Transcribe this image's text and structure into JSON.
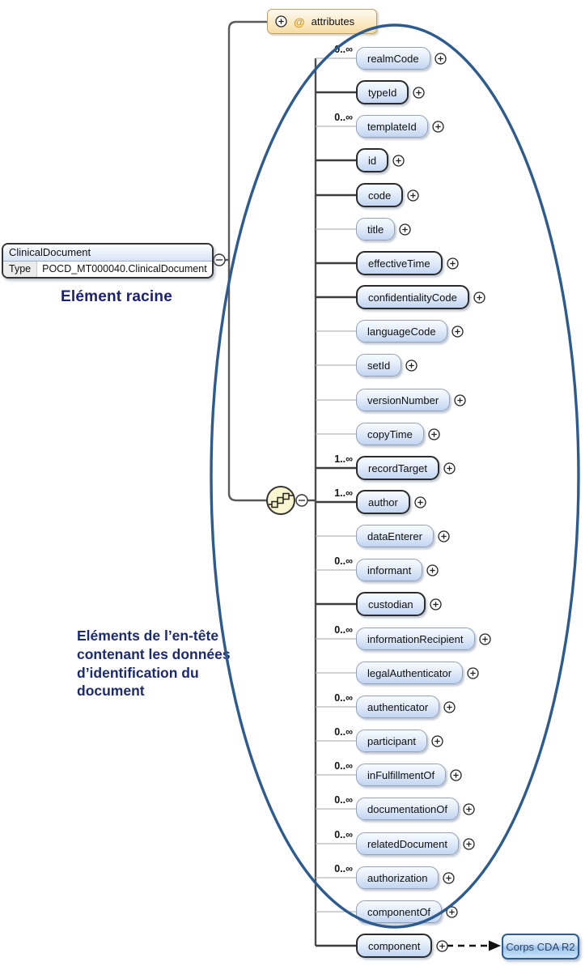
{
  "diagram": {
    "attributes_box": {
      "at_symbol": "@",
      "label": "attributes"
    },
    "root": {
      "name": "ClinicalDocument",
      "type_label": "Type",
      "type_value": "POCD_MT000040.ClinicalDocument"
    },
    "root_caption": "Elément racine",
    "header_caption": "Eléments de l’en-tête contenant les données d’identification du document",
    "body_link": {
      "label": "Corps CDA R2"
    },
    "elements": [
      {
        "name": "realmCode",
        "cardinality": "0..∞",
        "required": false
      },
      {
        "name": "typeId",
        "cardinality": "",
        "required": true
      },
      {
        "name": "templateId",
        "cardinality": "0..∞",
        "required": false
      },
      {
        "name": "id",
        "cardinality": "",
        "required": true
      },
      {
        "name": "code",
        "cardinality": "",
        "required": true
      },
      {
        "name": "title",
        "cardinality": "",
        "required": false
      },
      {
        "name": "effectiveTime",
        "cardinality": "",
        "required": true
      },
      {
        "name": "confidentialityCode",
        "cardinality": "",
        "required": true
      },
      {
        "name": "languageCode",
        "cardinality": "",
        "required": false
      },
      {
        "name": "setId",
        "cardinality": "",
        "required": false
      },
      {
        "name": "versionNumber",
        "cardinality": "",
        "required": false
      },
      {
        "name": "copyTime",
        "cardinality": "",
        "required": false
      },
      {
        "name": "recordTarget",
        "cardinality": "1..∞",
        "required": true
      },
      {
        "name": "author",
        "cardinality": "1..∞",
        "required": true
      },
      {
        "name": "dataEnterer",
        "cardinality": "",
        "required": false
      },
      {
        "name": "informant",
        "cardinality": "0..∞",
        "required": false
      },
      {
        "name": "custodian",
        "cardinality": "",
        "required": true
      },
      {
        "name": "informationRecipient",
        "cardinality": "0..∞",
        "required": false
      },
      {
        "name": "legalAuthenticator",
        "cardinality": "",
        "required": false
      },
      {
        "name": "authenticator",
        "cardinality": "0..∞",
        "required": false
      },
      {
        "name": "participant",
        "cardinality": "0..∞",
        "required": false
      },
      {
        "name": "inFulfillmentOf",
        "cardinality": "0..∞",
        "required": false
      },
      {
        "name": "documentationOf",
        "cardinality": "0..∞",
        "required": false
      },
      {
        "name": "relatedDocument",
        "cardinality": "0..∞",
        "required": false
      },
      {
        "name": "authorization",
        "cardinality": "0..∞",
        "required": false
      },
      {
        "name": "componentOf",
        "cardinality": "",
        "required": false
      },
      {
        "name": "component",
        "cardinality": "",
        "required": true
      }
    ],
    "colors": {
      "ellipse": "#2E5B8E",
      "caption": "#1c2a6e",
      "required_border": "#2b2b2b",
      "optional_border": "#94a2b8",
      "attributes_bg": "#f6dca4"
    }
  }
}
